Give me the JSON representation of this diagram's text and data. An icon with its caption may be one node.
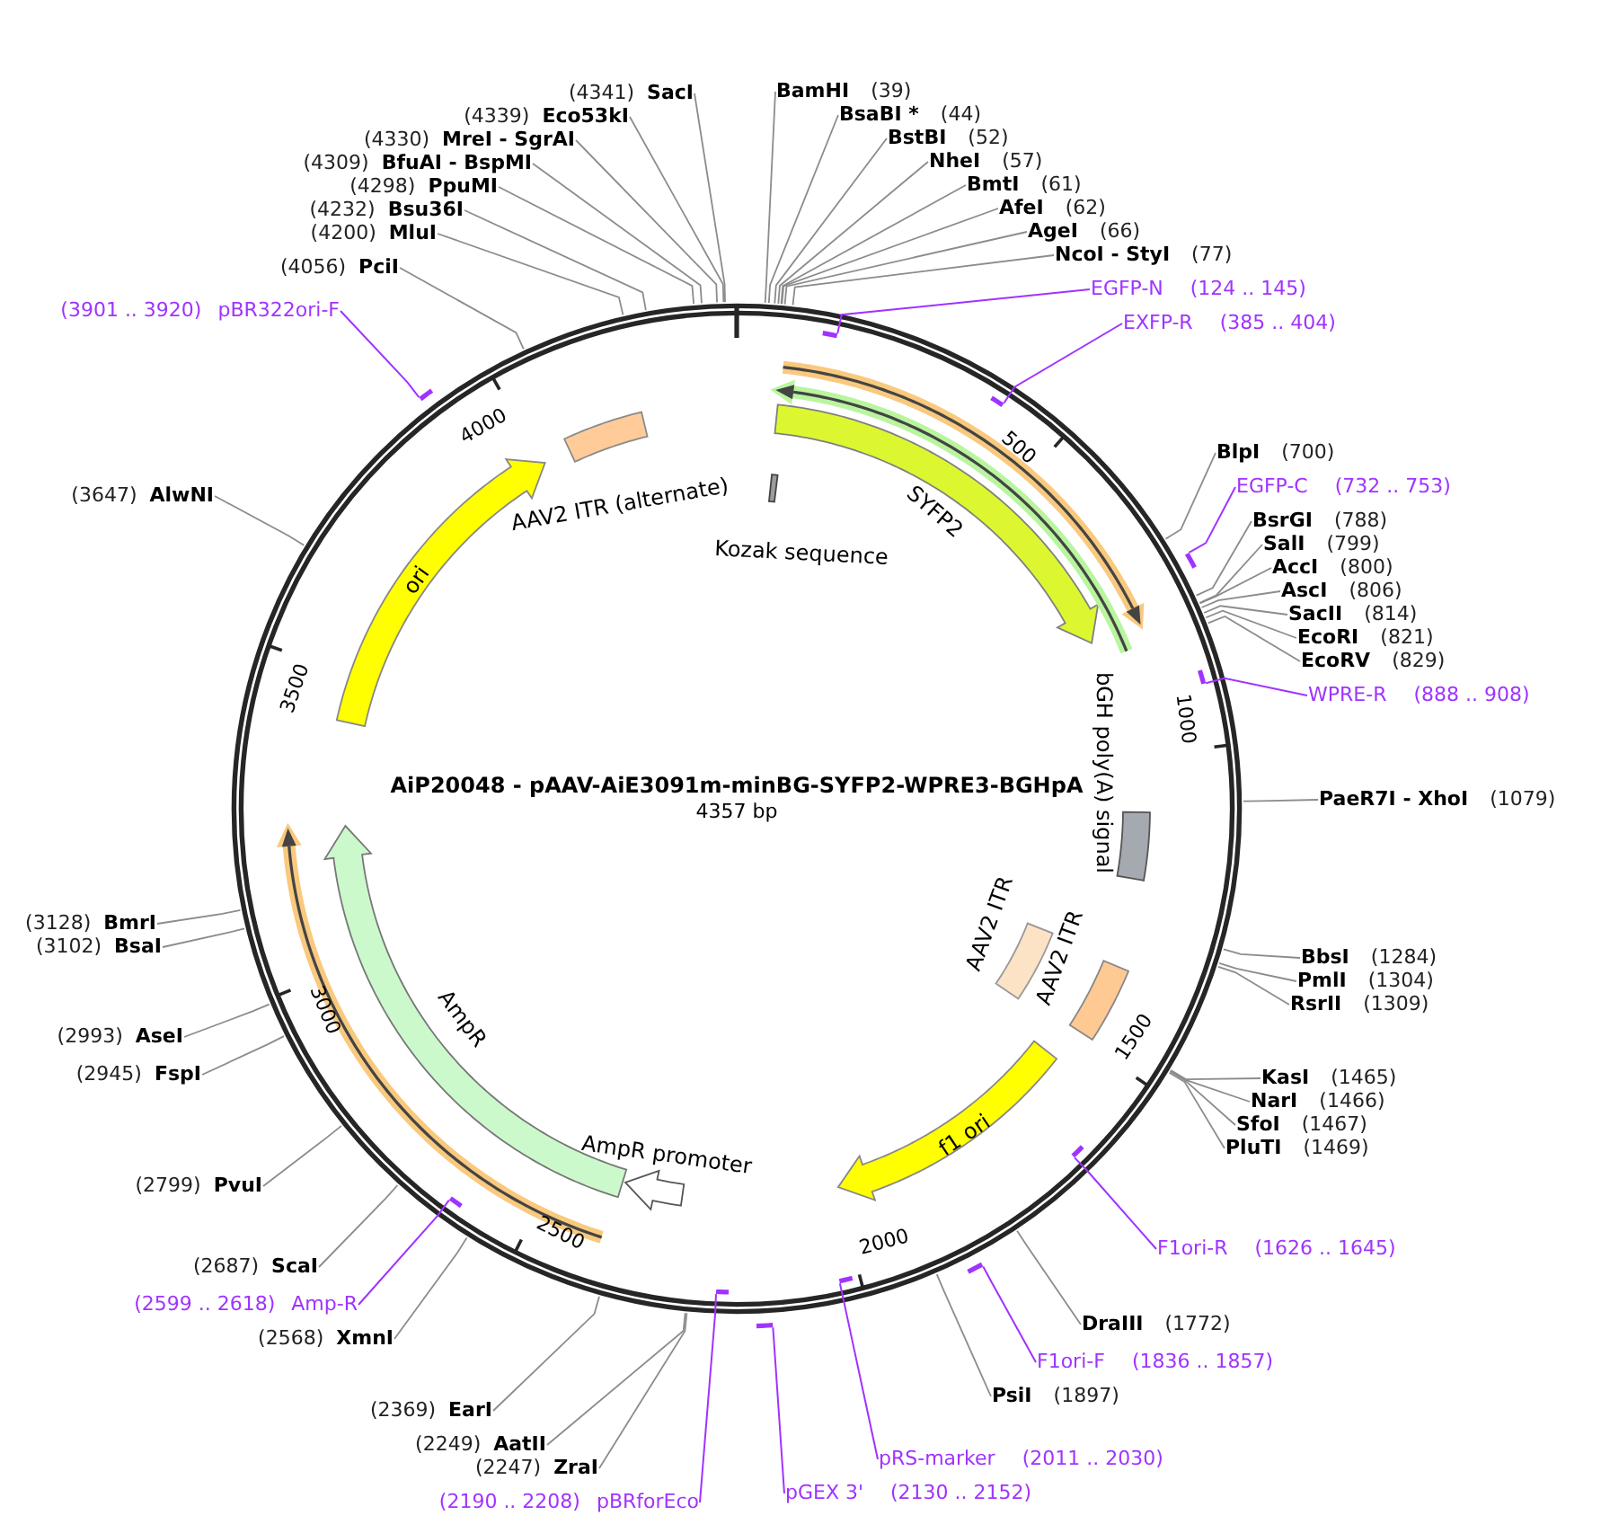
{
  "diagram": {
    "title": "AiP20048 - pAAV-AiE3091m-minBG-SYFP2-WPRE3-BGHpA",
    "nodes": [
      {
        "text": [
          "BamHI",
          "(39)"
        ]
      },
      {
        "text": [
          "BsaBI *",
          "(44)"
        ]
      },
      {
        "text": [
          "BstBI",
          "(52)"
        ]
      },
      {
        "text": [
          "NheI",
          "(57)"
        ]
      },
      {
        "text": [
          "BmtI",
          "(61)"
        ]
      },
      {
        "text": [
          "AfeI",
          "(62)"
        ]
      },
      {
        "text": [
          "AgeI",
          "(66)"
        ]
      },
      {
        "text": [
          "NcoI - StyI",
          "(77)"
        ]
      },
      {
        "text": [
          "EGFP-N",
          "(124 .. 145)"
        ]
      },
      {
        "text": [
          "EXFP-R",
          "(385 .. 404)"
        ]
      },
      {
        "text": [
          "BlpI",
          "(700)"
        ]
      },
      {
        "text": [
          "EGFP-C",
          "(732 .. 753)"
        ]
      },
      {
        "text": [
          "BsrGI",
          "(788)"
        ]
      },
      {
        "text": [
          "SalI",
          "(799)"
        ]
      },
      {
        "text": [
          "AccI",
          "(800)"
        ]
      },
      {
        "text": [
          "AscI",
          "(806)"
        ]
      },
      {
        "text": [
          "SacII",
          "(814)"
        ]
      },
      {
        "text": [
          "EcoRI",
          "(821)"
        ]
      },
      {
        "text": [
          "EcoRV",
          "(829)"
        ]
      },
      {
        "text": [
          "WPRE-R",
          "(888 .. 908)"
        ]
      },
      {
        "text": [
          "PaeR7I - XhoI",
          "(1079)"
        ]
      },
      {
        "text": [
          "BbsI",
          "(1284)"
        ]
      },
      {
        "text": [
          "PmlI",
          "(1304)"
        ]
      },
      {
        "text": [
          "RsrII",
          "(1309)"
        ]
      },
      {
        "text": [
          "KasI",
          "(1465)"
        ]
      },
      {
        "text": [
          "NarI",
          "(1466)"
        ]
      },
      {
        "text": [
          "SfoI",
          "(1467)"
        ]
      },
      {
        "text": [
          "PluTI",
          "(1469)"
        ]
      },
      {
        "text": [
          "F1ori-R",
          "(1626 .. 1645)"
        ]
      },
      {
        "text": [
          "DraIII",
          "(1772)"
        ]
      },
      {
        "text": [
          "F1ori-F",
          "(1836 .. 1857)"
        ]
      },
      {
        "text": [
          "PsiI",
          "(1897)"
        ]
      },
      {
        "text": [
          "pRS-marker",
          "(2011 .. 2030)"
        ]
      },
      {
        "text": [
          "pGEX 3'",
          "(2130 .. 2152)"
        ]
      },
      {
        "text": [
          "(2190 .. 2208)",
          "pBRforEco"
        ]
      },
      {
        "text": [
          "(2247)",
          "ZraI"
        ]
      },
      {
        "text": [
          "(2249)",
          "AatII"
        ]
      },
      {
        "text": [
          "(2369)",
          "EarI"
        ]
      },
      {
        "text": [
          "(2568)",
          "XmnI"
        ]
      },
      {
        "text": [
          "(2599 .. 2618)",
          "Amp-R"
        ]
      },
      {
        "text": [
          "(2687)",
          "ScaI"
        ]
      },
      {
        "text": [
          "(2799)",
          "PvuI"
        ]
      },
      {
        "text": [
          "(2945)",
          "FspI"
        ]
      },
      {
        "text": [
          "(2993)",
          "AseI"
        ]
      },
      {
        "text": [
          "(3102)",
          "BsaI"
        ]
      },
      {
        "text": [
          "(3128)",
          "BmrI"
        ]
      },
      {
        "text": [
          "(3647)",
          "AlwNI"
        ]
      },
      {
        "text": [
          "(3901 .. 3920)",
          "pBR322ori-F"
        ]
      },
      {
        "text": [
          "(4056)",
          "PciI"
        ]
      },
      {
        "text": [
          "(4200)",
          "MluI"
        ]
      },
      {
        "text": [
          "(4232)",
          "Bsu36I"
        ]
      },
      {
        "text": [
          "(4298)",
          "PpuMI"
        ]
      },
      {
        "text": [
          "(4309)",
          "BfuAI - BspMI"
        ]
      },
      {
        "text": [
          "(4330)",
          "MreI - SgrAI"
        ]
      },
      {
        "text": [
          "(4339)",
          "Eco53kI"
        ]
      },
      {
        "text": [
          "(4341)",
          "SacI"
        ]
      },
      {
        "text": [
          "AAV2 ITR (alternate)"
        ]
      },
      {
        "text": [
          "Kozak sequence"
        ]
      },
      {
        "text": [
          "SYFP2"
        ]
      },
      {
        "text": [],
        "shape": "arrow"
      },
      {
        "text": [],
        "shape": "arrow"
      },
      {
        "text": [
          "bGH poly(A) signal"
        ]
      },
      {
        "text": [
          "AAV2 ITR"
        ]
      },
      {
        "text": [
          "AAV2 ITR"
        ]
      },
      {
        "text": [
          "f1 ori"
        ]
      },
      {
        "text": [
          "AmpR promoter"
        ]
      },
      {
        "text": [
          "AmpR"
        ]
      },
      {
        "text": [],
        "shape": "arrow"
      },
      {
        "text": [
          "ori"
        ]
      },
      {
        "text": [],
        "shape": "bar"
      },
      {
        "text": [],
        "shape": "bar"
      },
      {
        "text": [],
        "shape": "bar"
      },
      {
        "text": [],
        "shape": "bar"
      },
      {
        "text": [],
        "shape": "bar"
      },
      {
        "text": [],
        "shape": "bar"
      },
      {
        "text": [],
        "shape": "bar"
      },
      {
        "text": [],
        "shape": "bar"
      },
      {
        "text": [],
        "shape": "bar"
      },
      {
        "text": [],
        "shape": "bar"
      },
      {
        "text": [],
        "shape": "bar"
      }
    ],
    "edges": [
      {
        "from": 0,
        "to": null,
        "arrow": "none"
      },
      {
        "from": 1,
        "to": null,
        "arrow": "none"
      },
      {
        "from": 2,
        "to": null,
        "arrow": "none"
      },
      {
        "from": 3,
        "to": null,
        "arrow": "none"
      },
      {
        "from": 4,
        "to": null,
        "arrow": "none"
      },
      {
        "from": 5,
        "to": null,
        "arrow": "none"
      },
      {
        "from": 6,
        "to": null,
        "arrow": "none"
      },
      {
        "from": 7,
        "to": null,
        "arrow": "none"
      },
      {
        "from": 8,
        "to": 69,
        "arrow": "none",
        "color": "#a033ff"
      },
      {
        "from": 9,
        "to": 70,
        "arrow": "none",
        "color": "#a033ff"
      },
      {
        "from": 10,
        "to": null,
        "arrow": "none"
      },
      {
        "from": 11,
        "to": 71,
        "arrow": "none",
        "color": "#a033ff"
      },
      {
        "from": 12,
        "to": null,
        "arrow": "none"
      },
      {
        "from": 13,
        "to": null,
        "arrow": "none"
      },
      {
        "from": 14,
        "to": null,
        "arrow": "none"
      },
      {
        "from": 15,
        "to": null,
        "arrow": "none"
      },
      {
        "from": 16,
        "to": null,
        "arrow": "none"
      },
      {
        "from": 17,
        "to": null,
        "arrow": "none"
      },
      {
        "from": 18,
        "to": null,
        "arrow": "none"
      },
      {
        "from": 19,
        "to": 72,
        "arrow": "none",
        "color": "#a033ff"
      },
      {
        "from": 20,
        "to": null,
        "arrow": "none"
      },
      {
        "from": 21,
        "to": null,
        "arrow": "none"
      },
      {
        "from": 22,
        "to": null,
        "arrow": "none"
      },
      {
        "from": 23,
        "to": null,
        "arrow": "none"
      },
      {
        "from": 24,
        "to": null,
        "arrow": "none"
      },
      {
        "from": 25,
        "to": null,
        "arrow": "none"
      },
      {
        "from": 26,
        "to": null,
        "arrow": "none"
      },
      {
        "from": 27,
        "to": null,
        "arrow": "none"
      },
      {
        "from": 28,
        "to": 73,
        "arrow": "none",
        "color": "#a033ff"
      },
      {
        "from": 29,
        "to": null,
        "arrow": "none"
      },
      {
        "from": 30,
        "to": 74,
        "arrow": "none",
        "color": "#a033ff"
      },
      {
        "from": 31,
        "to": null,
        "arrow": "none"
      },
      {
        "from": 32,
        "to": 75,
        "arrow": "none",
        "color": "#a033ff"
      },
      {
        "from": 33,
        "to": 76,
        "arrow": "none",
        "color": "#a033ff"
      },
      {
        "from": 34,
        "to": 77,
        "arrow": "none",
        "color": "#a033ff"
      },
      {
        "from": 35,
        "to": null,
        "arrow": "none"
      },
      {
        "from": 36,
        "to": null,
        "arrow": "none"
      },
      {
        "from": 37,
        "to": null,
        "arrow": "none"
      },
      {
        "from": 38,
        "to": null,
        "arrow": "none"
      },
      {
        "from": 39,
        "to": 78,
        "arrow": "none",
        "color": "#a033ff"
      },
      {
        "from": 40,
        "to": null,
        "arrow": "none"
      },
      {
        "from": 41,
        "to": null,
        "arrow": "none"
      },
      {
        "from": 42,
        "to": null,
        "arrow": "none"
      },
      {
        "from": 43,
        "to": null,
        "arrow": "none"
      },
      {
        "from": 44,
        "to": null,
        "arrow": "none"
      },
      {
        "from": 45,
        "to": null,
        "arrow": "none"
      },
      {
        "from": 46,
        "to": null,
        "arrow": "none"
      },
      {
        "from": 47,
        "to": 79,
        "arrow": "none",
        "color": "#a033ff"
      },
      {
        "from": 48,
        "to": null,
        "arrow": "none"
      },
      {
        "from": 49,
        "to": null,
        "arrow": "none"
      },
      {
        "from": 50,
        "to": null,
        "arrow": "none"
      },
      {
        "from": 51,
        "to": null,
        "arrow": "none"
      },
      {
        "from": 52,
        "to": null,
        "arrow": "none"
      },
      {
        "from": 53,
        "to": null,
        "arrow": "none"
      },
      {
        "from": 54,
        "to": null,
        "arrow": "none"
      },
      {
        "from": 55,
        "to": null,
        "arrow": "none"
      }
    ],
    "labels": [
      "4357 bp",
      "500",
      "1000",
      "1500",
      "2000",
      "2500",
      "3000",
      "3500",
      "4000"
    ]
  }
}
